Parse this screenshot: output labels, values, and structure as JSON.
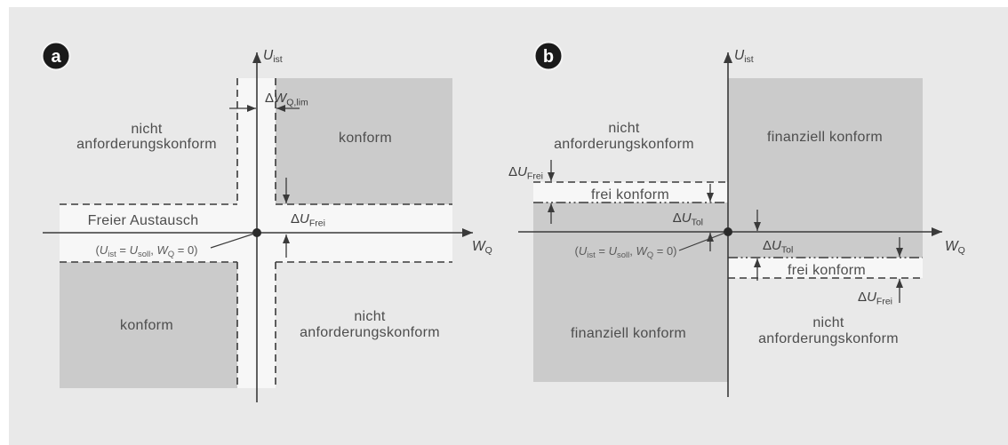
{
  "colors": {
    "canvas": "#e9e9e9",
    "region_dark": "#cbcbcb",
    "band_light": "#f7f7f7",
    "line": "#3a3a3a",
    "text": "#4d4d4d",
    "badge_bg": "#1a1a1a",
    "badge_text": "#ffffff"
  },
  "panel_a": {
    "badge": "a",
    "y_axis": {
      "sym": "U",
      "sub": "ist"
    },
    "x_axis": {
      "sym": "W",
      "sub": "Q"
    },
    "regions": {
      "top_left": {
        "line1": "nicht",
        "line2": "anforderungskonform"
      },
      "top_right": {
        "label": "konform"
      },
      "bottom_left": {
        "label": "konform"
      },
      "bottom_right": {
        "line1": "nicht",
        "line2": "anforderungskonform"
      }
    },
    "band_label": "Freier Austausch",
    "origin_note": {
      "open": "(",
      "u1": "U",
      "sub1": "ist",
      "eq1": " = ",
      "u2": "U",
      "sub2": "soll",
      "sep": ", ",
      "w": "W",
      "sub3": "Q",
      "eq2": " = 0)"
    },
    "dims": {
      "wq_lim": {
        "delta": "Δ",
        "sym": "W",
        "sub": "Q,lim"
      },
      "u_frei": {
        "delta": "Δ",
        "sym": "U",
        "sub": "Frei"
      }
    }
  },
  "panel_b": {
    "badge": "b",
    "y_axis": {
      "sym": "U",
      "sub": "ist"
    },
    "x_axis": {
      "sym": "W",
      "sub": "Q"
    },
    "regions": {
      "top_left": {
        "line1": "nicht",
        "line2": "anforderungskonform"
      },
      "top_right": {
        "label": "finanziell konform"
      },
      "bottom_left": {
        "label": "finanziell konform"
      },
      "bottom_right": {
        "line1": "nicht",
        "line2": "anforderungskonform"
      }
    },
    "band_left_label": "frei konform",
    "band_right_label": "frei konform",
    "origin_note": {
      "open": "(",
      "u1": "U",
      "sub1": "ist",
      "eq1": " = ",
      "u2": "U",
      "sub2": "soll",
      "sep": ", ",
      "w": "W",
      "sub3": "Q",
      "eq2": " = 0)"
    },
    "dims": {
      "u_frei_left": {
        "delta": "Δ",
        "sym": "U",
        "sub": "Frei"
      },
      "u_tol_left": {
        "delta": "Δ",
        "sym": "U",
        "sub": "Tol"
      },
      "u_tol_right": {
        "delta": "Δ",
        "sym": "U",
        "sub": "Tol"
      },
      "u_frei_right": {
        "delta": "Δ",
        "sym": "U",
        "sub": "Frei"
      }
    }
  }
}
